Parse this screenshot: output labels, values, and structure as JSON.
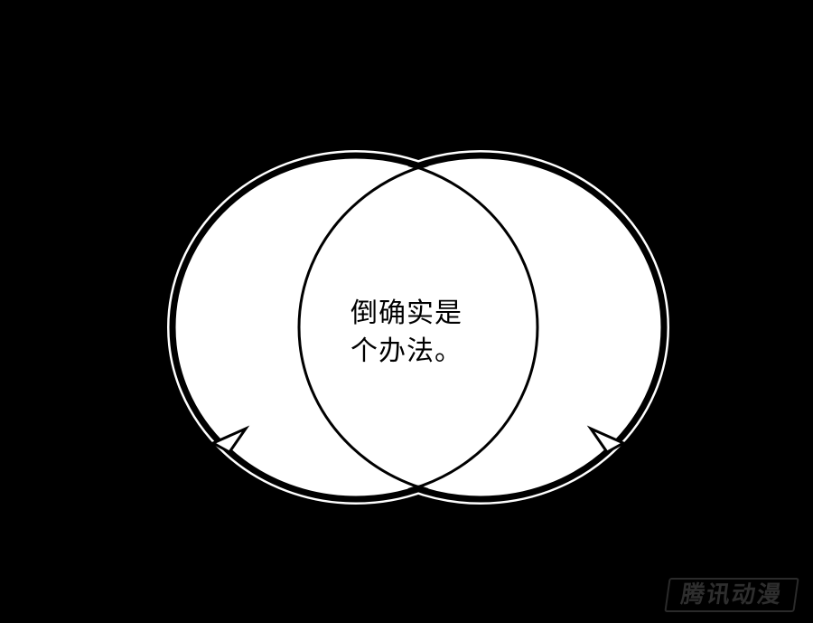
{
  "panel": {
    "background_color": "#000000",
    "bubble_color": "#ffffff",
    "speech_lines": [
      "倒确实是",
      "个办法。"
    ]
  },
  "watermark": {
    "text": "腾讯动漫"
  }
}
